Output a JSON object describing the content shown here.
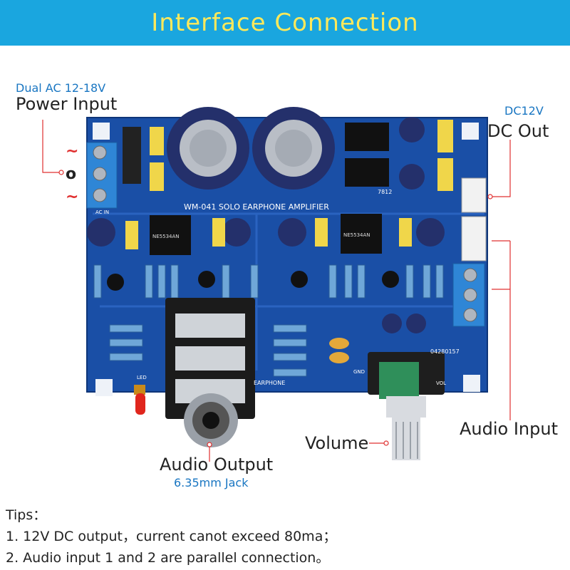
{
  "header": {
    "title": "Interface Connection"
  },
  "labels": {
    "power_spec": "Dual AC 12-18V",
    "power_title": "Power Input",
    "dc_spec": "DC12V",
    "dc_title": "DC Out",
    "audio_input": "Audio Input",
    "volume": "Volume",
    "audio_output": "Audio Output",
    "jack_spec": "6.35mm Jack"
  },
  "power_symbols": [
    "~",
    "o",
    "~"
  ],
  "board": {
    "title": "WM-041 SOLO EARPHONE AMPLIFIER",
    "code": "04280157",
    "earphone": "EARPHONE",
    "led": "LED",
    "ac_in": "AC IN",
    "vol": "VOL",
    "gnd": "GND",
    "reg1": "7812",
    "ic_label": "NE5534AN"
  },
  "tips": {
    "heading": "Tips：",
    "items": [
      "1. 12V DC output，current canot exceed 80ma；",
      "2. Audio input 1 and 2 are parallel connection。"
    ]
  },
  "colors": {
    "banner": "#1aa6df",
    "banner_text": "#ffe95a",
    "spec_text": "#1976c2",
    "pcb": "#1a4fa6",
    "connector": "#2f86d6",
    "lead_line": "#e03030"
  }
}
